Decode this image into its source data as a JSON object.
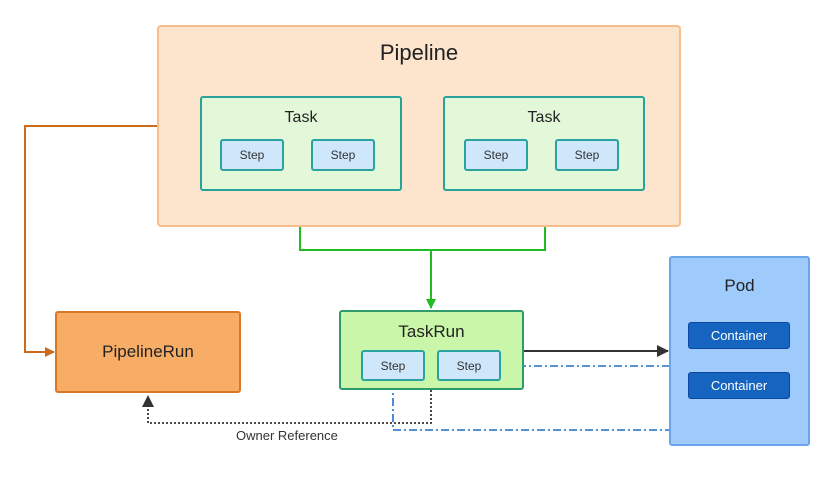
{
  "pipeline": {
    "title": "Pipeline",
    "tasks": [
      {
        "title": "Task",
        "steps": [
          "Step",
          "Step"
        ]
      },
      {
        "title": "Task",
        "steps": [
          "Step",
          "Step"
        ]
      }
    ]
  },
  "pipelinerun": {
    "label": "PipelineRun"
  },
  "taskrun": {
    "title": "TaskRun",
    "steps": [
      "Step",
      "Step"
    ]
  },
  "pod": {
    "title": "Pod",
    "containers": [
      "Container",
      "Container"
    ]
  },
  "owner_reference": {
    "label": "Owner Reference"
  },
  "colors": {
    "pipeline_fill": "#fde4cd",
    "task_fill": "#e2f8d8",
    "step_fill": "#cfe7fb",
    "pipelinerun_fill": "#f8ad66",
    "taskrun_fill": "#c9f6a8",
    "pod_fill": "#9ecbfb",
    "container_fill": "#1565c0",
    "pipeline_arrow": "#cd6b1b",
    "task_arrow": "#22bb22",
    "pod_arrow": "#333333",
    "container_link": "#1f6fd0",
    "owner_link": "#333333"
  }
}
